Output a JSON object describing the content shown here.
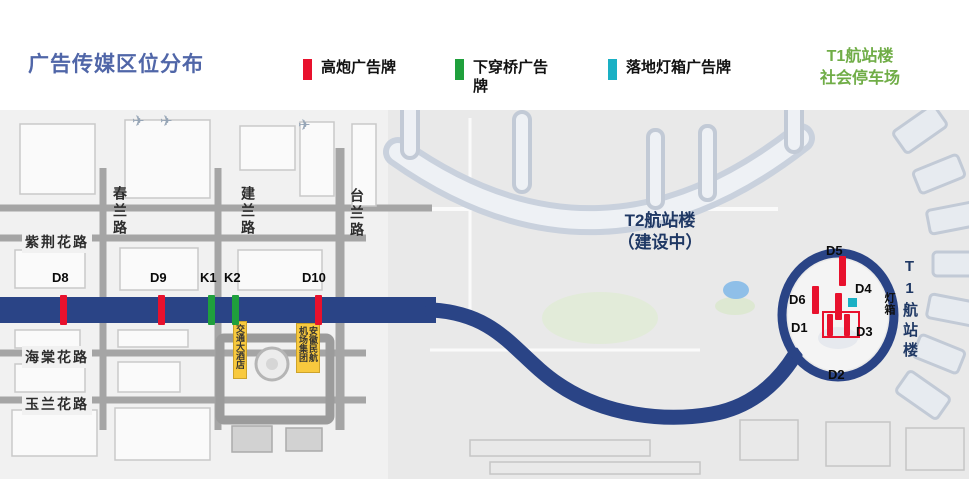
{
  "title": "广告传媒区位分布",
  "legend": [
    {
      "label": "高炮广告牌"
    },
    {
      "label": "下穿桥广告牌"
    },
    {
      "label": "落地灯箱广告牌"
    }
  ],
  "corner_note": {
    "line1": "T1航站楼",
    "line2": "社会停车场"
  },
  "colors": {
    "title_blue": "#5066a8",
    "legend_red": "#e8112d",
    "legend_green": "#1fa03c",
    "legend_cyan": "#1ab0c4",
    "note_green": "#70ad47",
    "road_navy": "#2a4486",
    "terminal_text_navy": "#1f3864",
    "poi_yellow": "#f8c93e"
  },
  "icons": {
    "airplane": "✈"
  },
  "map": {
    "horizontal_streets": [
      {
        "name": "紫荆花路"
      },
      {
        "name": "海棠花路"
      },
      {
        "name": "玉兰花路"
      }
    ],
    "vertical_streets": [
      {
        "name": "春兰路"
      },
      {
        "name": "建兰路"
      },
      {
        "name": "台兰路"
      }
    ],
    "t2_label_line1": "T2航站楼",
    "t2_label_line2": "（建设中）",
    "t1_label": "T1航站楼",
    "lightbox_label": "灯箱",
    "road_markers": [
      {
        "id": "D8",
        "type": "red"
      },
      {
        "id": "D9",
        "type": "red"
      },
      {
        "id": "K1",
        "type": "green"
      },
      {
        "id": "K2",
        "type": "green"
      },
      {
        "id": "D10",
        "type": "red"
      }
    ],
    "t1_markers": [
      {
        "id": "D5"
      },
      {
        "id": "D6"
      },
      {
        "id": "D4"
      },
      {
        "id": "D1"
      },
      {
        "id": "D3"
      },
      {
        "id": "D2"
      }
    ],
    "poi_labels": [
      {
        "name": "交通大酒店"
      },
      {
        "name": "安徽民航机场集团"
      }
    ]
  }
}
